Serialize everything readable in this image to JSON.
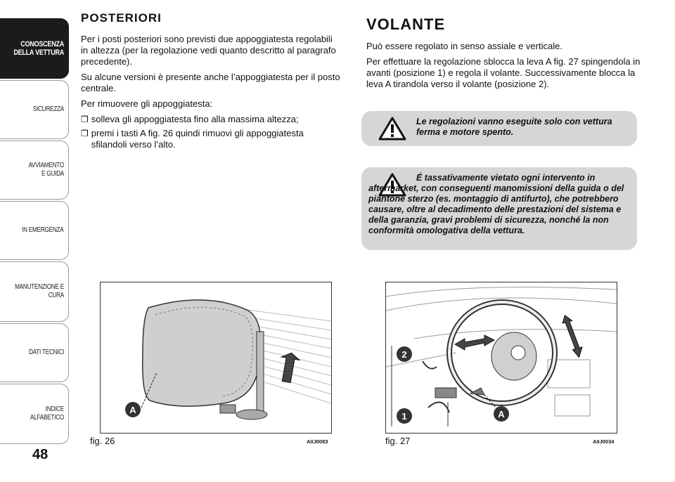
{
  "sidebar": {
    "tabs": [
      {
        "label": "CONOSCENZA DELLA VETTURA",
        "active": true
      },
      {
        "label": "SICUREZZA",
        "active": false
      },
      {
        "label": "AVVIAMENTO E GUIDA",
        "active": false
      },
      {
        "label": "IN EMERGENZA",
        "active": false
      },
      {
        "label": "MANUTENZIONE E CURA",
        "active": false
      },
      {
        "label": "DATI TECNICI",
        "active": false
      },
      {
        "label": "INDICE ALFABETICO",
        "active": false
      }
    ],
    "page_number": "48"
  },
  "left": {
    "heading": "POSTERIORI",
    "p1": "Per i posti posteriori sono previsti due appoggiatesta regolabili in altezza (per la regolazione vedi quanto descritto al paragrafo precedente).",
    "p2": "Su alcune versioni è presente anche l’appoggiatesta per il posto centrale.",
    "p3": "Per rimuovere gli appoggiatesta:",
    "bullet_mark": "❒",
    "b1": "solleva gli appoggiatesta fino alla massima altezza;",
    "b2": "premi i tasti A fig. 26 quindi rimuovi gli appoggiatesta sfilandoli verso l’alto."
  },
  "right": {
    "heading": "VOLANTE",
    "p1": "Può essere regolato in senso assiale e verticale.",
    "p2": "Per effettuare la regolazione sblocca la leva A fig. 27 spingendola in avanti (posizione 1) e regola il volante. Successivamente blocca la leva A tirandola verso il volante (posizione 2).",
    "warning1": "Le regolazioni vanno eseguite solo con vettura ferma e motore spento.",
    "warning2": "É tassativamente vietato ogni intervento in aftermarket, con conseguenti manomissioni della guida o del piantone sterzo (es. montaggio di antifurto), che potrebbero causare, oltre al decadimento delle prestazioni del sistema e della garanzia, gravi problemi di sicurezza, nonché la non conformità omologativa della vettura."
  },
  "figures": {
    "fig26": {
      "caption": "fig. 26",
      "code": "A0J0083",
      "label_a": "A"
    },
    "fig27": {
      "caption": "fig. 27",
      "code": "A0J0034",
      "label_a": "A",
      "label_1": "1",
      "label_2": "2"
    }
  }
}
